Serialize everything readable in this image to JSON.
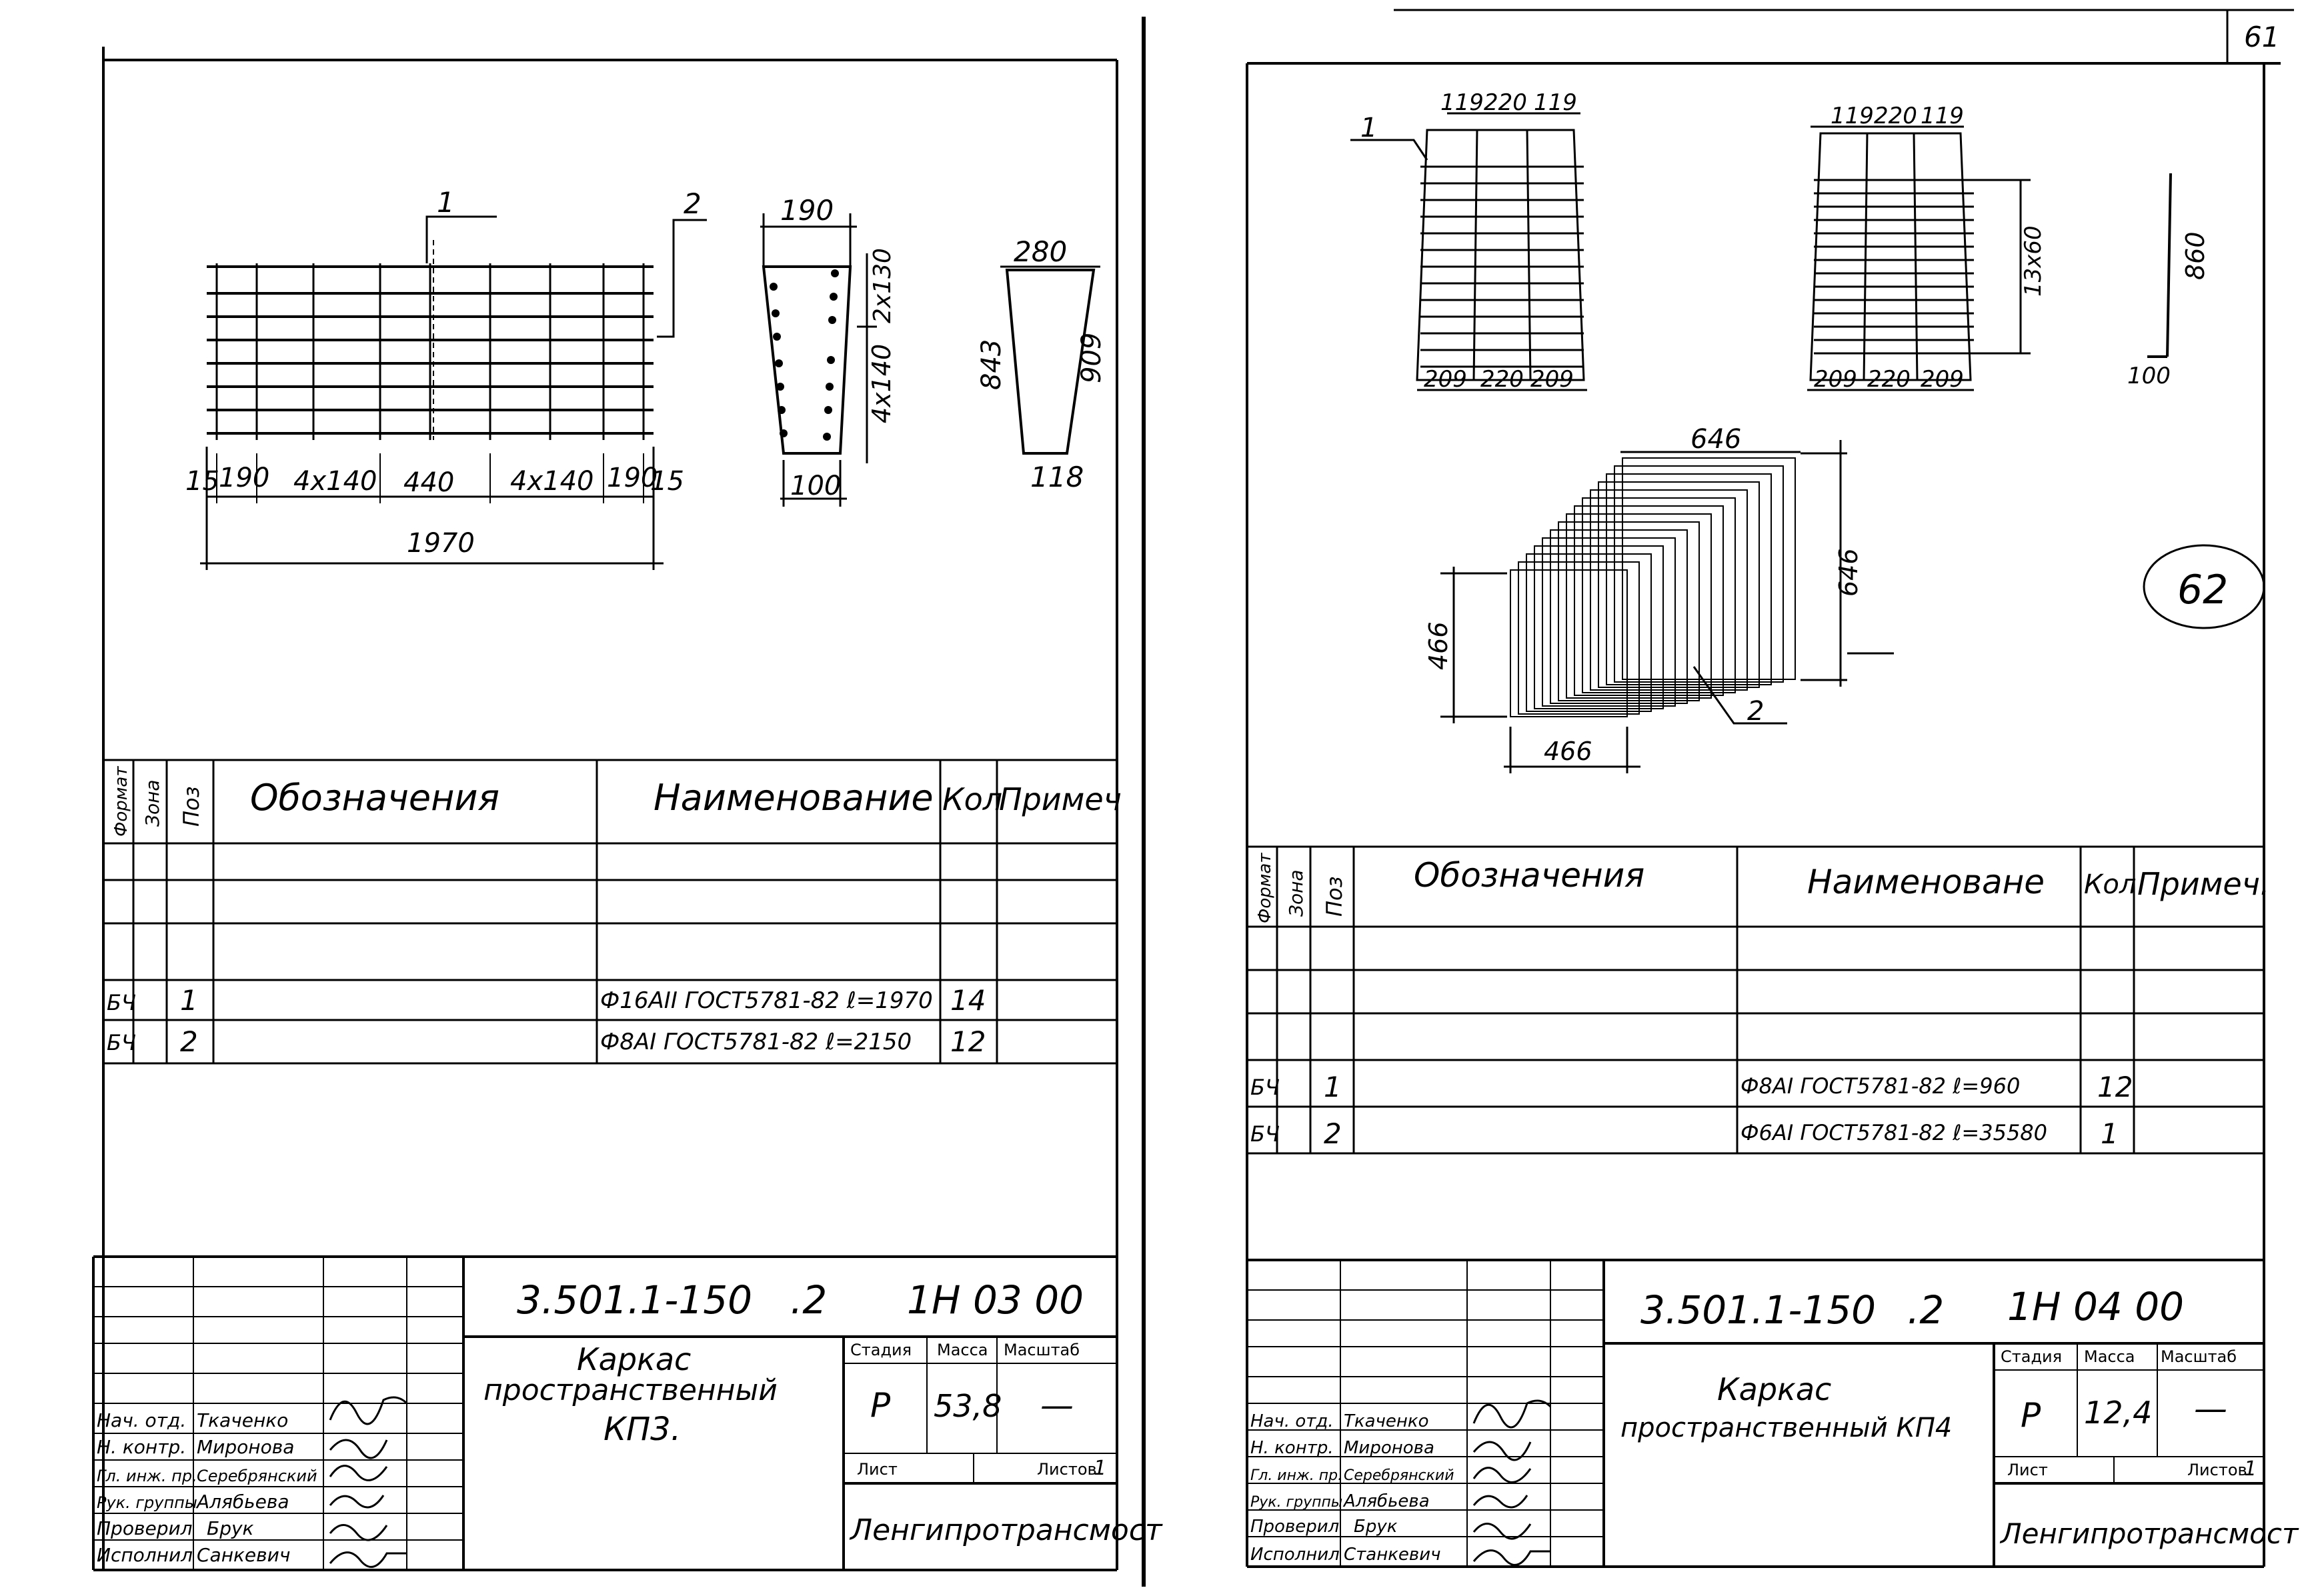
{
  "page_number": "61",
  "circled_mark": "62",
  "left": {
    "drawing": {
      "dims_bottom": [
        "15",
        "190",
        "4x140",
        "440",
        "4x140",
        "190",
        "15"
      ],
      "dim_total": "1970",
      "leader_1": "1",
      "leader_2": "2",
      "section_top": "190",
      "section_right_upper": "2x130",
      "section_right_lower": "4x140",
      "section_bottom": "100",
      "bar2_top": "280",
      "bar2_left": "843",
      "bar2_right": "909",
      "bar2_bottom": "118"
    },
    "table": {
      "headers": [
        "Формат",
        "Зона",
        "Поз",
        "Обозначения",
        "Наименование",
        "Кол",
        "Примеч"
      ],
      "rows": [
        {
          "format": "БЧ",
          "pos": "1",
          "name": "Ф16АII ГОСТ5781-82 ℓ=1970",
          "qty": "14"
        },
        {
          "format": "БЧ",
          "pos": "2",
          "name": "Ф8АI ГОСТ5781-82 ℓ=2150",
          "qty": "12"
        }
      ]
    },
    "title_block": {
      "code": "3.501.1-150",
      "code_suffix": ".2",
      "sheet_code": "1Н 03 00",
      "title_line1": "Каркас",
      "title_line2": "пространственный",
      "title_line3": "КП3.",
      "stage_label": "Стадия",
      "mass_label": "Масса",
      "scale_label": "Масштаб",
      "stage": "Р",
      "mass": "53,8",
      "scale": "—",
      "sheet_label": "Лист",
      "sheets_label": "Листов",
      "sheets": "1",
      "org": "Ленгипротрансмост",
      "people": [
        {
          "role": "Нач. отд.",
          "name": "Ткаченко"
        },
        {
          "role": "Н. контр.",
          "name": "Миронова"
        },
        {
          "role": "Гл. инж. пр.",
          "name": "Серебрянский"
        },
        {
          "role": "Рук. группы",
          "name": "Алябьева"
        },
        {
          "role": "Проверил",
          "name": "Брук"
        },
        {
          "role": "Исполнил",
          "name": "Санкевич"
        }
      ]
    }
  },
  "right": {
    "drawing": {
      "top_dims_1": [
        "119",
        "220",
        "119"
      ],
      "bottom_dims_1": [
        "209",
        "220",
        "209"
      ],
      "top_dims_2": [
        "119",
        "220",
        "119"
      ],
      "bottom_dims_2": [
        "209",
        "220",
        "209"
      ],
      "side_dim": "13x60",
      "bar_height": "860",
      "bar_foot": "100",
      "leader_1": "1",
      "leader_2": "2",
      "spiral_top": "646",
      "spiral_right": "646",
      "spiral_left": "466",
      "spiral_bottom": "466"
    },
    "table": {
      "headers": [
        "Формат",
        "Зона",
        "Поз",
        "Обозначения",
        "Наименоване",
        "Кол",
        "Примеч."
      ],
      "rows": [
        {
          "format": "БЧ",
          "pos": "1",
          "name": "Ф8АI ГОСТ5781-82 ℓ=960",
          "qty": "12"
        },
        {
          "format": "БЧ",
          "pos": "2",
          "name": "Ф6АI ГОСТ5781-82 ℓ=35580",
          "qty": "1"
        }
      ]
    },
    "title_block": {
      "code": "3.501.1-150",
      "code_suffix": ".2",
      "sheet_code": "1Н 04 00",
      "title_line1": "Каркас",
      "title_line2": "пространственный КП4",
      "stage_label": "Стадия",
      "mass_label": "Масса",
      "scale_label": "Масштаб",
      "stage": "Р",
      "mass": "12,4",
      "scale": "—",
      "sheet_label": "Лист",
      "sheets_label": "Листов",
      "sheets": "1",
      "org": "Ленгипротрансмост",
      "people": [
        {
          "role": "Нач. отд.",
          "name": "Ткаченко"
        },
        {
          "role": "Н. контр.",
          "name": "Миронова"
        },
        {
          "role": "Гл. инж. пр.",
          "name": "Серебрянский"
        },
        {
          "role": "Рук. группы",
          "name": "Алябьева"
        },
        {
          "role": "Проверил",
          "name": "Брук"
        },
        {
          "role": "Исполнил",
          "name": "Станкевич"
        }
      ]
    }
  }
}
